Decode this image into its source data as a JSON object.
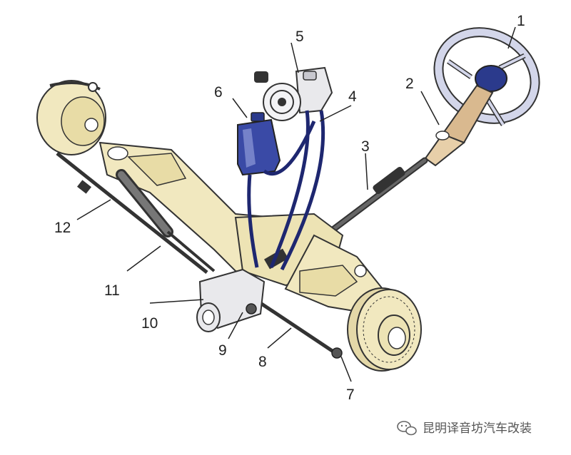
{
  "labels": [
    "1",
    "2",
    "3",
    "4",
    "5",
    "6",
    "7",
    "8",
    "9",
    "10",
    "11",
    "12"
  ],
  "watermark": {
    "icon": "wechat-icon",
    "text": "昆明译音坊汽车改装"
  },
  "colors": {
    "metal": "#f1e8bf",
    "metal_shadow": "#d9cfa0",
    "outline": "#333333",
    "reservoir": "#3a4aa6",
    "hose": "#27318a",
    "rod": "#444444",
    "wheel_rim": "#cfd2e6",
    "steering_column": "#d9b98f"
  }
}
